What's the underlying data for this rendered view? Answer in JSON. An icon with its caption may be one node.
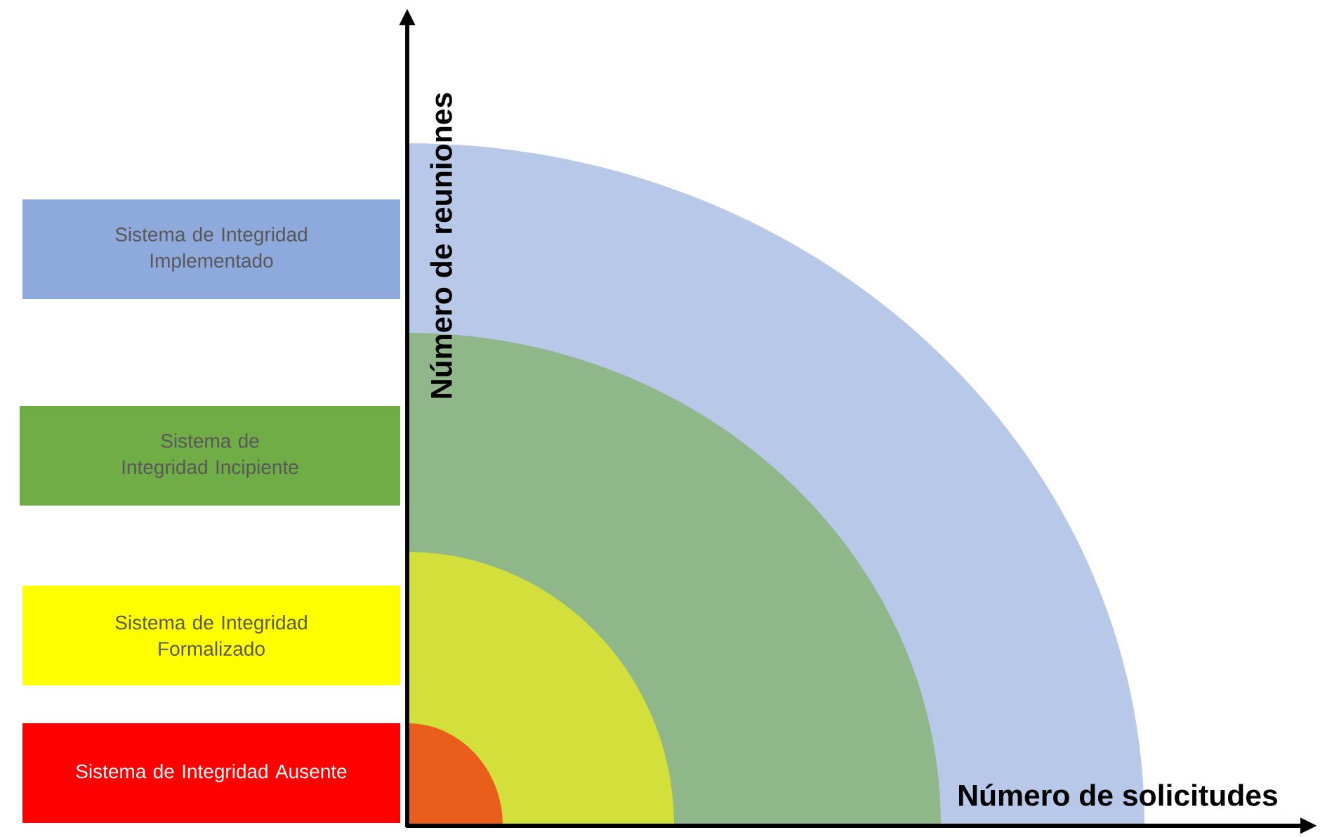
{
  "diagram": {
    "nodes": [
      {
        "text": [
          "Sistema de Integridad Implementado"
        ]
      },
      {
        "text": [
          "Sistema de Integridad Incipiente"
        ]
      },
      {
        "text": [
          "Sistema de Integridad Formalizado"
        ]
      },
      {
        "text": [
          "Sistema de Integridad Ausente"
        ]
      }
    ],
    "labels": [
      "Número de reuniones",
      "Número de solicitudes"
    ]
  }
}
